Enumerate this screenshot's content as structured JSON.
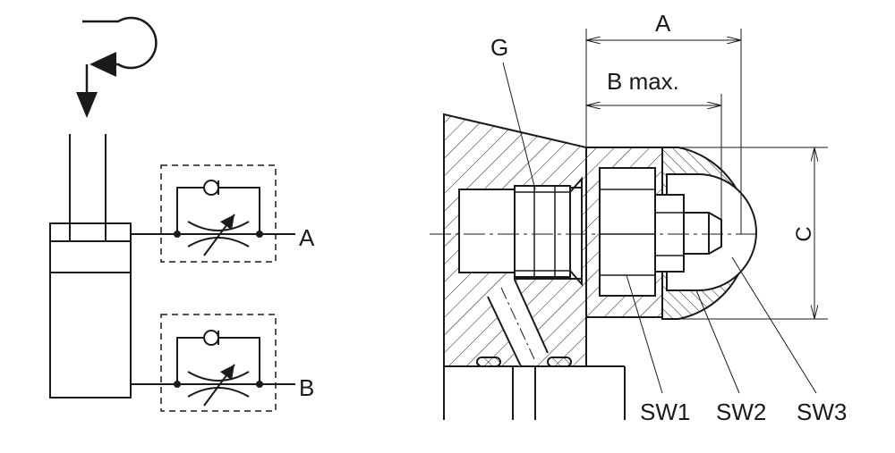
{
  "schematic": {
    "port_a": "A",
    "port_b": "B"
  },
  "section": {
    "label_g": "G",
    "dim_a": "A",
    "dim_b": "B max.",
    "dim_c": "C",
    "sw1": "SW1",
    "sw2": "SW2",
    "sw3": "SW3"
  },
  "colors": {
    "line": "#1a1a1a",
    "background": "#ffffff"
  }
}
